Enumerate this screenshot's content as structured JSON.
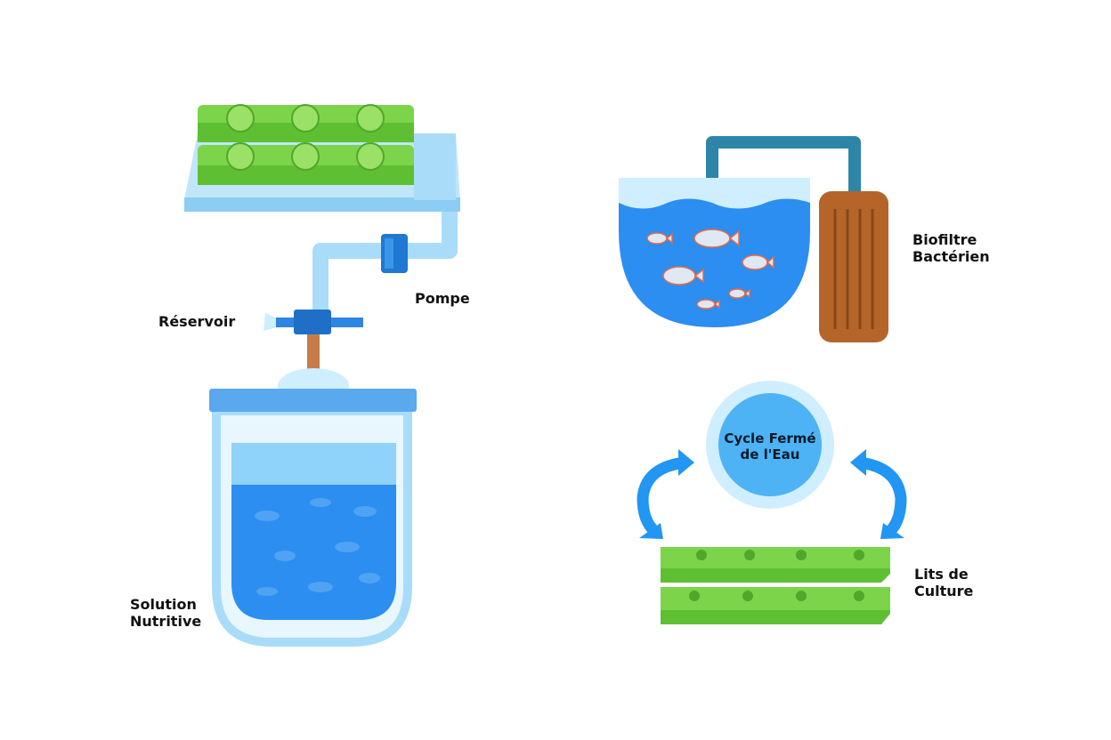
{
  "labels": {
    "reservoir": "Réservoir",
    "pump": "Pompe",
    "nutrient_solution_line1": "Solution",
    "nutrient_solution_line2": "Nutritive",
    "biofilter_line1": "Biofiltre",
    "biofilter_line2": "Bactérien",
    "grow_beds_line1": "Lits de",
    "grow_beds_line2": "Culture",
    "cycle_line1": "Cycle Fermé",
    "cycle_line2": "de l'Eau"
  },
  "colors": {
    "water": "#2b8ef0",
    "light_blue": "#a9dcf8",
    "green": "#6fcf3a",
    "pipe_teal": "#2d86a8",
    "biofilter_brown": "#b5652a",
    "arrow_blue": "#2196f3"
  }
}
